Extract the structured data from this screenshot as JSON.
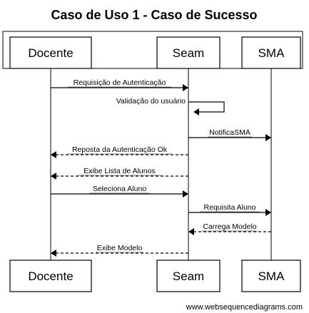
{
  "diagram": {
    "title": "Caso de Uso 1 - Caso de Sucesso",
    "participants": [
      {
        "id": "docente",
        "label": "Docente"
      },
      {
        "id": "seam",
        "label": "Seam"
      },
      {
        "id": "sma",
        "label": "SMA"
      }
    ],
    "messages": [
      {
        "from": "docente",
        "to": "seam",
        "label": "Requisição de Autenticação",
        "style": "solid"
      },
      {
        "from": "seam",
        "to": "seam",
        "label": "Validação do usuário",
        "style": "solid"
      },
      {
        "from": "seam",
        "to": "sma",
        "label": "NotificaSMA",
        "style": "solid"
      },
      {
        "from": "seam",
        "to": "docente",
        "label": "Reposta da Autenticação Ok",
        "style": "dashed"
      },
      {
        "from": "seam",
        "to": "docente",
        "label": "Exibe Lista de Alunos",
        "style": "dashed"
      },
      {
        "from": "docente",
        "to": "seam",
        "label": "Seleciona Aluno",
        "style": "solid"
      },
      {
        "from": "seam",
        "to": "sma",
        "label": "Requisita Aluno",
        "style": "solid"
      },
      {
        "from": "sma",
        "to": "seam",
        "label": "Carrega Modelo",
        "style": "dashed"
      },
      {
        "from": "seam",
        "to": "docente",
        "label": "Exibe Modelo",
        "style": "dashed"
      }
    ],
    "footer": "www.websequencediagrams.com"
  }
}
